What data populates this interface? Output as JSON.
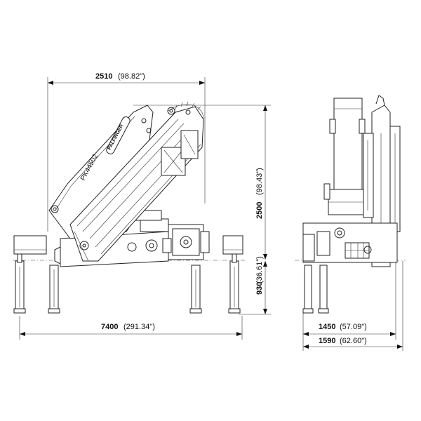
{
  "dimensions": {
    "top_width": {
      "value": "2510",
      "imperial": "(98.82\")"
    },
    "height_above": {
      "value": "2500",
      "imperial": "(98.43\")"
    },
    "height_below": {
      "value": "930",
      "imperial": "(36.61\")"
    },
    "outrigger_span": {
      "value": "7400",
      "imperial": "(291.34\")"
    },
    "rear_width_inner": {
      "value": "1450",
      "imperial": "(57.09\")"
    },
    "rear_width_outer": {
      "value": "1590",
      "imperial": "(62.60\")"
    }
  },
  "crane": {
    "model_label": "PK44502",
    "brand_label": "PALFINGER"
  },
  "colors": {
    "line": "#222222",
    "background": "#ffffff"
  }
}
